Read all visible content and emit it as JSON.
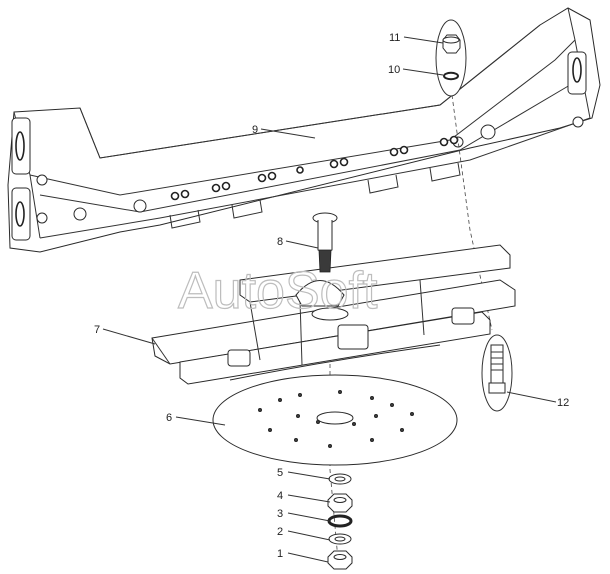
{
  "watermark": "AutoSoft",
  "callouts": [
    {
      "id": "c1",
      "label": "1"
    },
    {
      "id": "c2",
      "label": "2"
    },
    {
      "id": "c3",
      "label": "3"
    },
    {
      "id": "c4",
      "label": "4"
    },
    {
      "id": "c5",
      "label": "5"
    },
    {
      "id": "c6",
      "label": "6"
    },
    {
      "id": "c7",
      "label": "7"
    },
    {
      "id": "c8",
      "label": "8"
    },
    {
      "id": "c9",
      "label": "9"
    },
    {
      "id": "c10",
      "label": "10"
    },
    {
      "id": "c11",
      "label": "11"
    },
    {
      "id": "c12",
      "label": "12"
    }
  ]
}
